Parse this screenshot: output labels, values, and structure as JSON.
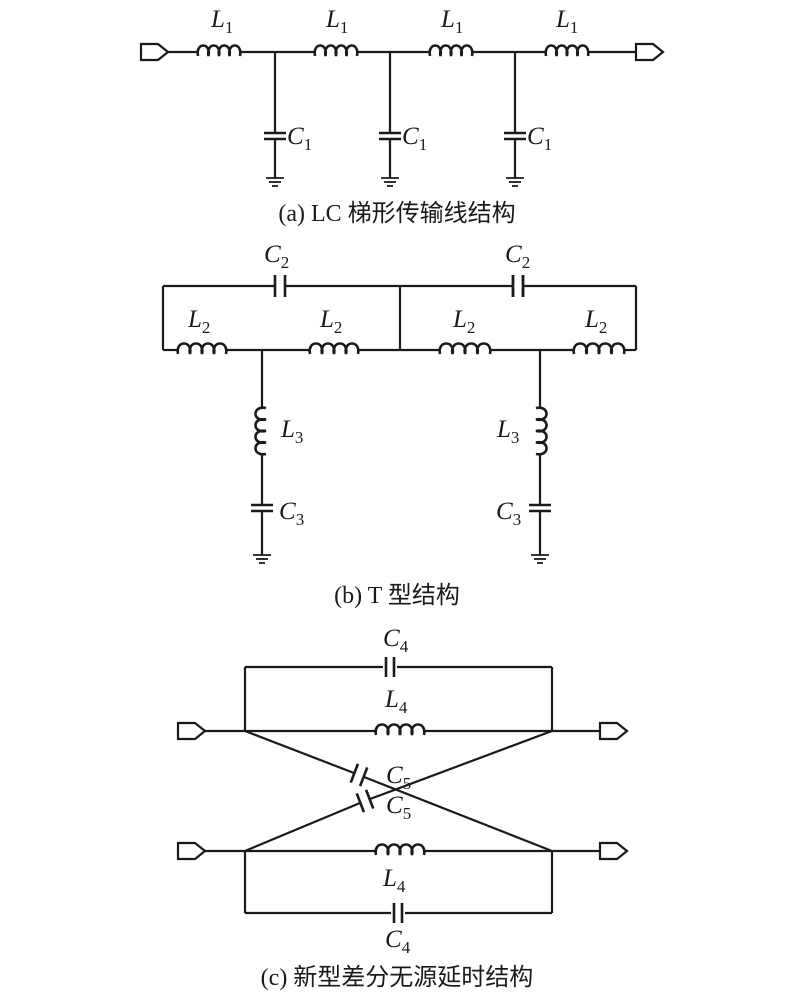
{
  "captions": {
    "a": "(a) LC 梯形传输线结构",
    "b": "(b) T 型结构",
    "c": "(c) 新型差分无源延时结构"
  },
  "labels": {
    "L1": {
      "main": "L",
      "sub": "1"
    },
    "C1": {
      "main": "C",
      "sub": "1"
    },
    "L2": {
      "main": "L",
      "sub": "2"
    },
    "C2": {
      "main": "C",
      "sub": "2"
    },
    "L3": {
      "main": "L",
      "sub": "3"
    },
    "C3": {
      "main": "C",
      "sub": "3"
    },
    "L4": {
      "main": "L",
      "sub": "4"
    },
    "C4": {
      "main": "C",
      "sub": "4"
    },
    "C5": {
      "main": "C",
      "sub": "5"
    }
  }
}
